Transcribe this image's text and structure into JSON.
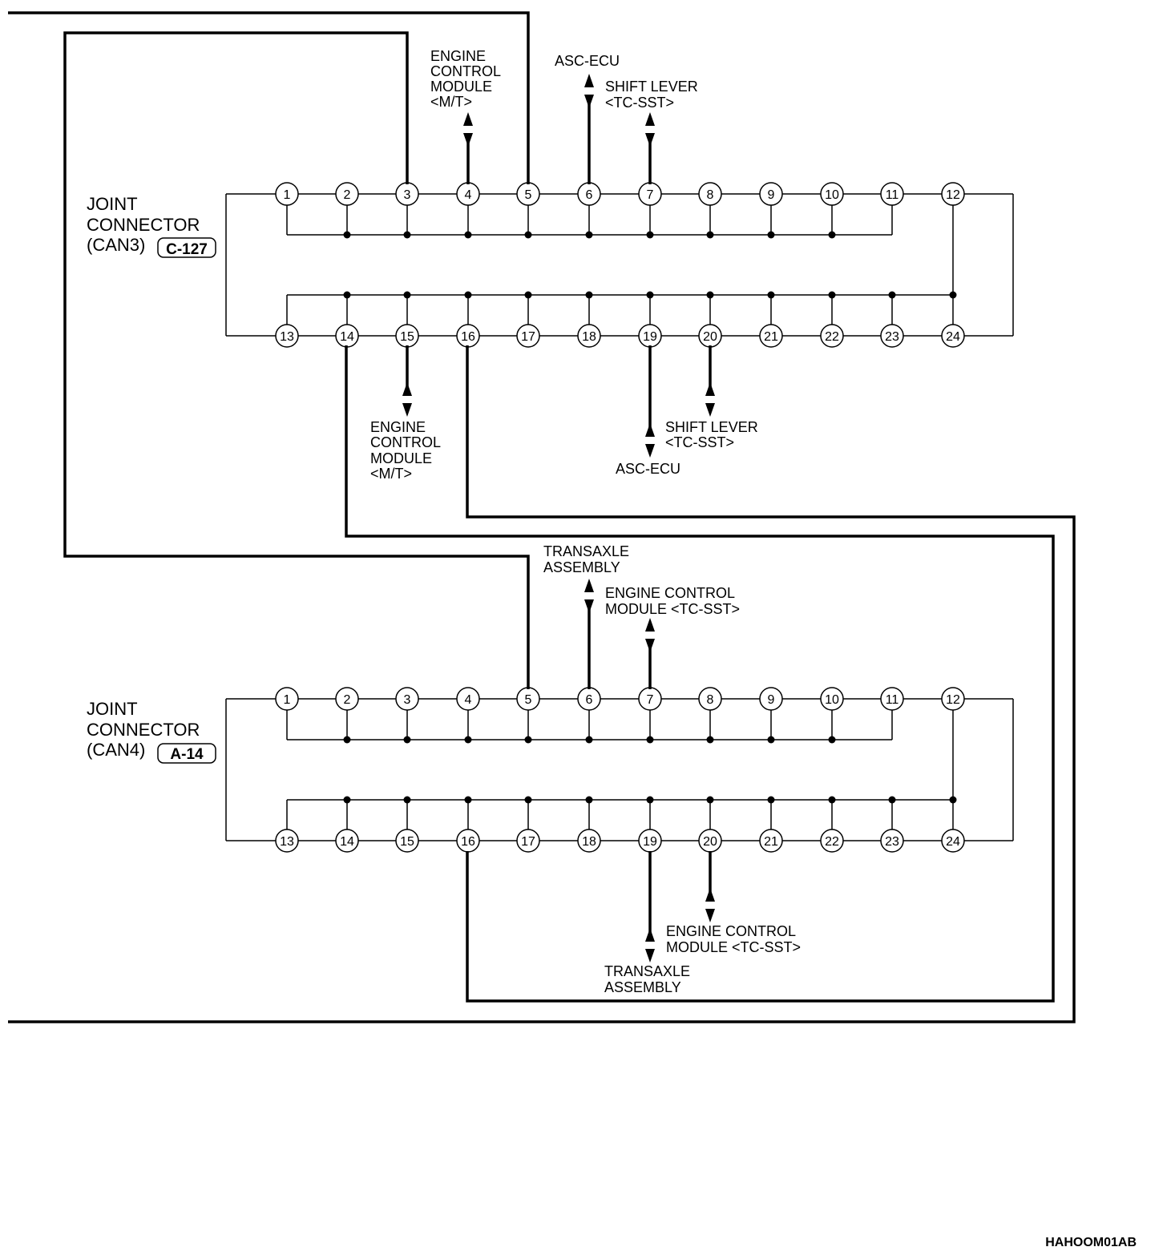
{
  "connectors": [
    {
      "id": "can3",
      "label_lines": [
        "JOINT",
        "CONNECTOR",
        "(CAN3)"
      ],
      "code": "C-127",
      "top_pins": [
        "1",
        "2",
        "3",
        "4",
        "5",
        "6",
        "7",
        "8",
        "9",
        "10",
        "11",
        "12"
      ],
      "bottom_pins": [
        "13",
        "14",
        "15",
        "16",
        "17",
        "18",
        "19",
        "20",
        "21",
        "22",
        "23",
        "24"
      ]
    },
    {
      "id": "can4",
      "label_lines": [
        "JOINT",
        "CONNECTOR",
        "(CAN4)"
      ],
      "code": "A-14",
      "top_pins": [
        "1",
        "2",
        "3",
        "4",
        "5",
        "6",
        "7",
        "8",
        "9",
        "10",
        "11",
        "12"
      ],
      "bottom_pins": [
        "13",
        "14",
        "15",
        "16",
        "17",
        "18",
        "19",
        "20",
        "21",
        "22",
        "23",
        "24"
      ]
    }
  ],
  "destinations": {
    "can3_pin4": [
      "ENGINE",
      "CONTROL",
      "MODULE",
      "<M/T>"
    ],
    "can3_pin6": [
      "ASC-ECU"
    ],
    "can3_pin7": [
      "SHIFT LEVER",
      "<TC-SST>"
    ],
    "can3_pin15": [
      "ENGINE",
      "CONTROL",
      "MODULE",
      "<M/T>"
    ],
    "can3_pin19": [
      "ASC-ECU"
    ],
    "can3_pin20": [
      "SHIFT LEVER",
      "<TC-SST>"
    ],
    "can4_pin6": [
      "TRANSAXLE",
      "ASSEMBLY"
    ],
    "can4_pin7": [
      "ENGINE CONTROL",
      "MODULE <TC-SST>"
    ],
    "can4_pin19": [
      "TRANSAXLE",
      "ASSEMBLY"
    ],
    "can4_pin20": [
      "ENGINE CONTROL",
      "MODULE <TC-SST>"
    ]
  },
  "figure_ref": "HAHOOM01AB"
}
